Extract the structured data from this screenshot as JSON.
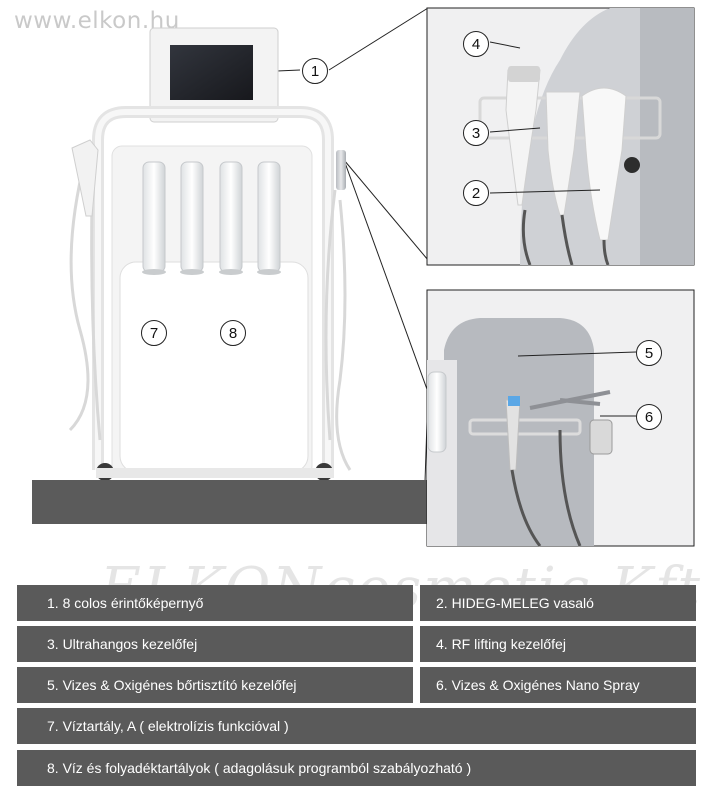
{
  "watermark": {
    "site": "www.elkon.hu",
    "signature": "ELKONcosmetic Kft"
  },
  "callouts": {
    "c1": "1",
    "c2": "2",
    "c3": "3",
    "c4": "4",
    "c5": "5",
    "c6": "6",
    "c7": "7",
    "c8": "8"
  },
  "captions": {
    "item1": "1.  8 colos érintőképernyő",
    "item2": "2.  HIDEG-MELEG vasaló",
    "item3": "3.  Ultrahangos kezelőfej",
    "item4": "4.  RF lifting kezelőfej",
    "item5": "5.  Vizes & Oxigénes bőrtisztító kezelőfej",
    "item6": "6.  Vizes & Oxigénes Nano Spray",
    "item7": "7.  Víztartály, A ( elektrolízis funkcióval )",
    "item8": "8.  Víz és folyadéktartályok ( adagolásuk programból szabályozható )"
  },
  "colors": {
    "caption_bg": "#5a5a5a",
    "machine_body": "#ffffff",
    "panel_bg": "#e9e9eb"
  }
}
